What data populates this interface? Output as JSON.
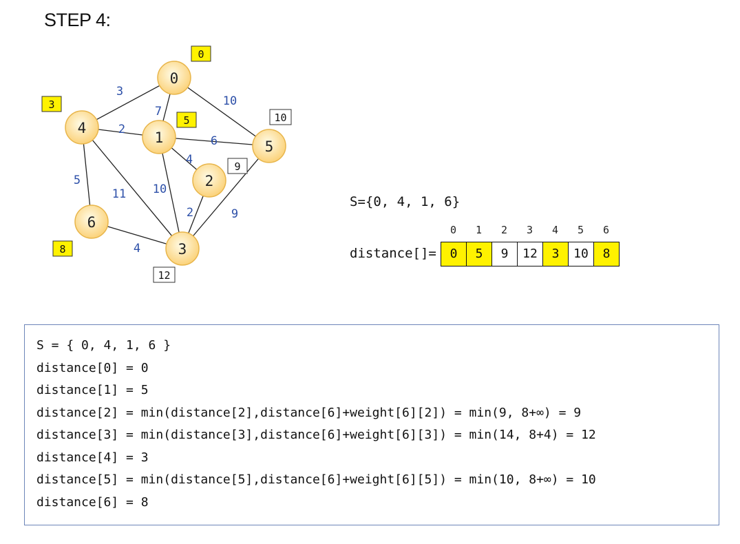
{
  "step_title": "STEP 4:",
  "graph": {
    "highlight_color": "#fff200",
    "node_fill_inner": "#fffbe6",
    "node_fill_outer": "#fbd27a",
    "weight_color": "#2c4fa8",
    "nodes": [
      {
        "id": "0",
        "distance": "0",
        "selected": true
      },
      {
        "id": "1",
        "distance": "5",
        "selected": true
      },
      {
        "id": "2",
        "distance": "9",
        "selected": false
      },
      {
        "id": "3",
        "distance": "12",
        "selected": false
      },
      {
        "id": "4",
        "distance": "3",
        "selected": true
      },
      {
        "id": "5",
        "distance": "10",
        "selected": false
      },
      {
        "id": "6",
        "distance": "8",
        "selected": true
      }
    ],
    "edges": [
      {
        "from": "0",
        "to": "4",
        "weight": "3"
      },
      {
        "from": "0",
        "to": "1",
        "weight": "7"
      },
      {
        "from": "0",
        "to": "5",
        "weight": "10"
      },
      {
        "from": "4",
        "to": "1",
        "weight": "2"
      },
      {
        "from": "1",
        "to": "5",
        "weight": "6"
      },
      {
        "from": "1",
        "to": "2",
        "weight": "4"
      },
      {
        "from": "1",
        "to": "3",
        "weight": "10"
      },
      {
        "from": "4",
        "to": "6",
        "weight": "5"
      },
      {
        "from": "4",
        "to": "3",
        "weight": "11"
      },
      {
        "from": "2",
        "to": "3",
        "weight": "2"
      },
      {
        "from": "5",
        "to": "3",
        "weight": "9"
      },
      {
        "from": "6",
        "to": "3",
        "weight": "4"
      }
    ]
  },
  "set_text": "S={0, 4, 1, 6}",
  "array": {
    "label": "distance[]=",
    "indices": [
      "0",
      "1",
      "2",
      "3",
      "4",
      "5",
      "6"
    ],
    "cells": [
      {
        "value": "0",
        "selected": true
      },
      {
        "value": "5",
        "selected": true
      },
      {
        "value": "9",
        "selected": false
      },
      {
        "value": "12",
        "selected": false
      },
      {
        "value": "3",
        "selected": true
      },
      {
        "value": "10",
        "selected": false
      },
      {
        "value": "8",
        "selected": true
      }
    ]
  },
  "code_lines": [
    "S = { 0, 4, 1, 6 }",
    "distance[0] = 0",
    "distance[1] = 5",
    "distance[2] = min(distance[2],distance[6]+weight[6][2]) = min(9, 8+∞) = 9",
    "distance[3] = min(distance[3],distance[6]+weight[6][3]) = min(14, 8+4) = 12",
    "distance[4] = 3",
    "distance[5] = min(distance[5],distance[6]+weight[6][5]) = min(10, 8+∞) = 10",
    "distance[6] = 8"
  ]
}
